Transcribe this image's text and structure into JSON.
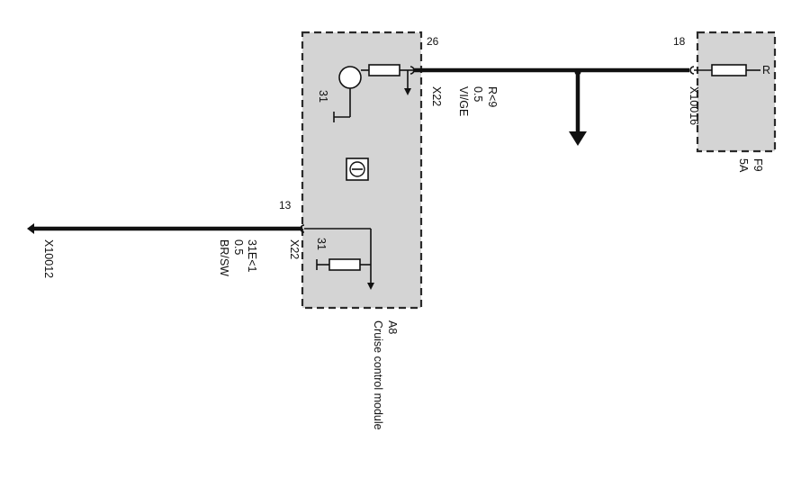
{
  "diagram": {
    "module": {
      "id": "A8",
      "name": "Cruise control module",
      "connector": "X22",
      "transistor_ground": "31",
      "ground_resistor_label": "31"
    },
    "upper_wire": {
      "module_pin": "26",
      "connector": "X22",
      "signal": "R<9",
      "cross_section": "0.5",
      "color": "VI/GE"
    },
    "lower_wire": {
      "module_pin": "13",
      "connector": "X22",
      "signal": "31E<1",
      "cross_section": "0.5",
      "color": "BR/SW",
      "end_connector": "X10012"
    },
    "fuse": {
      "id": "F9",
      "rating": "5A",
      "terminal": "R",
      "connector": "X10016",
      "pin": "18"
    }
  }
}
